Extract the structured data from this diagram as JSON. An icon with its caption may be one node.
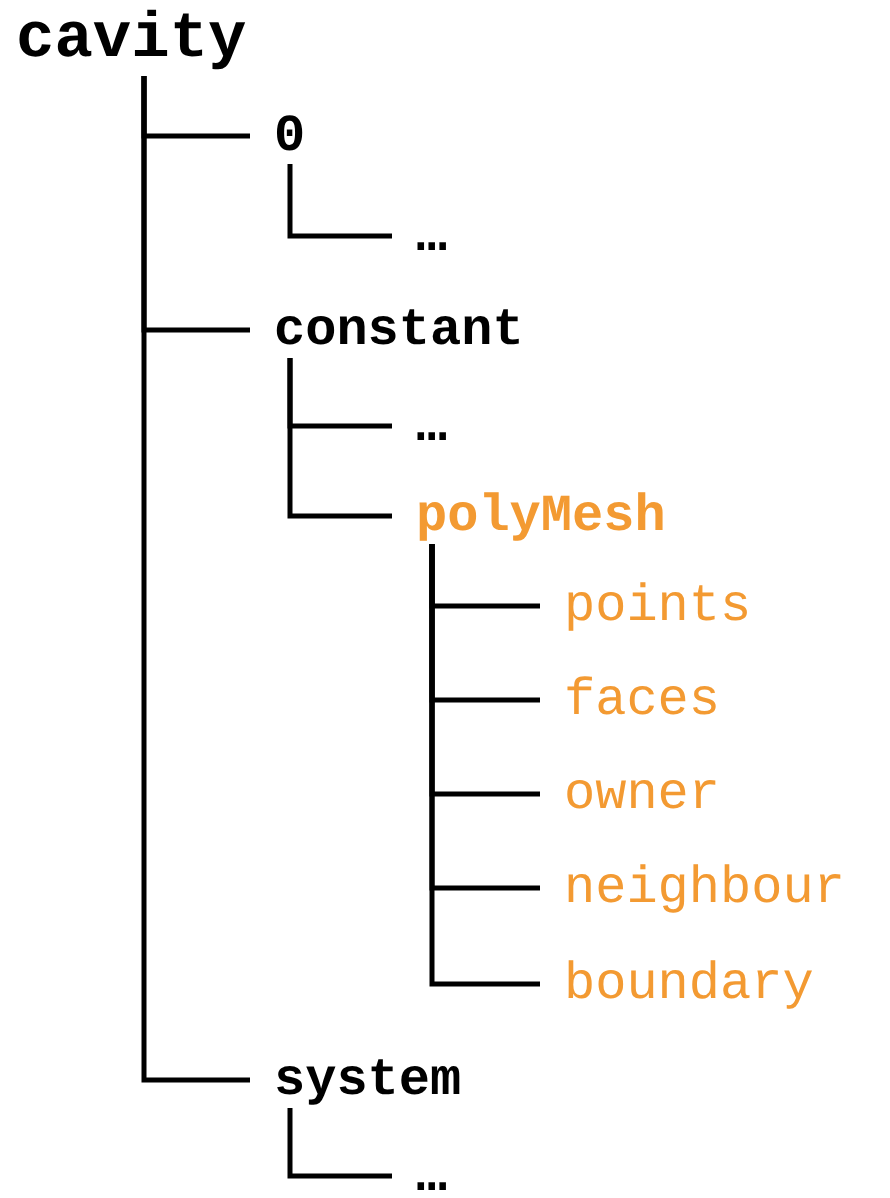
{
  "diagram": {
    "nodes": [
      {
        "text": [
          "cavity"
        ]
      },
      {
        "text": [
          "0"
        ]
      },
      {
        "text": [
          "…"
        ]
      },
      {
        "text": [
          "constant"
        ]
      },
      {
        "text": [
          "…"
        ]
      },
      {
        "text": [
          "polyMesh"
        ]
      },
      {
        "text": [
          "points"
        ]
      },
      {
        "text": [
          "faces"
        ]
      },
      {
        "text": [
          "owner"
        ]
      },
      {
        "text": [
          "neighbour"
        ]
      },
      {
        "text": [
          "boundary"
        ]
      },
      {
        "text": [
          "system"
        ]
      },
      {
        "text": [
          "…"
        ]
      }
    ],
    "edges": [
      {
        "from": 0,
        "to": 1,
        "arrow": "none"
      },
      {
        "from": 1,
        "to": 2,
        "arrow": "none"
      },
      {
        "from": 0,
        "to": 3,
        "arrow": "none"
      },
      {
        "from": 3,
        "to": 4,
        "arrow": "none"
      },
      {
        "from": 3,
        "to": 5,
        "arrow": "none"
      },
      {
        "from": 5,
        "to": 6,
        "arrow": "none"
      },
      {
        "from": 5,
        "to": 7,
        "arrow": "none"
      },
      {
        "from": 5,
        "to": 8,
        "arrow": "none"
      },
      {
        "from": 5,
        "to": 9,
        "arrow": "none"
      },
      {
        "from": 5,
        "to": 10,
        "arrow": "none"
      },
      {
        "from": 0,
        "to": 11,
        "arrow": "none"
      },
      {
        "from": 11,
        "to": 12,
        "arrow": "none"
      }
    ]
  }
}
